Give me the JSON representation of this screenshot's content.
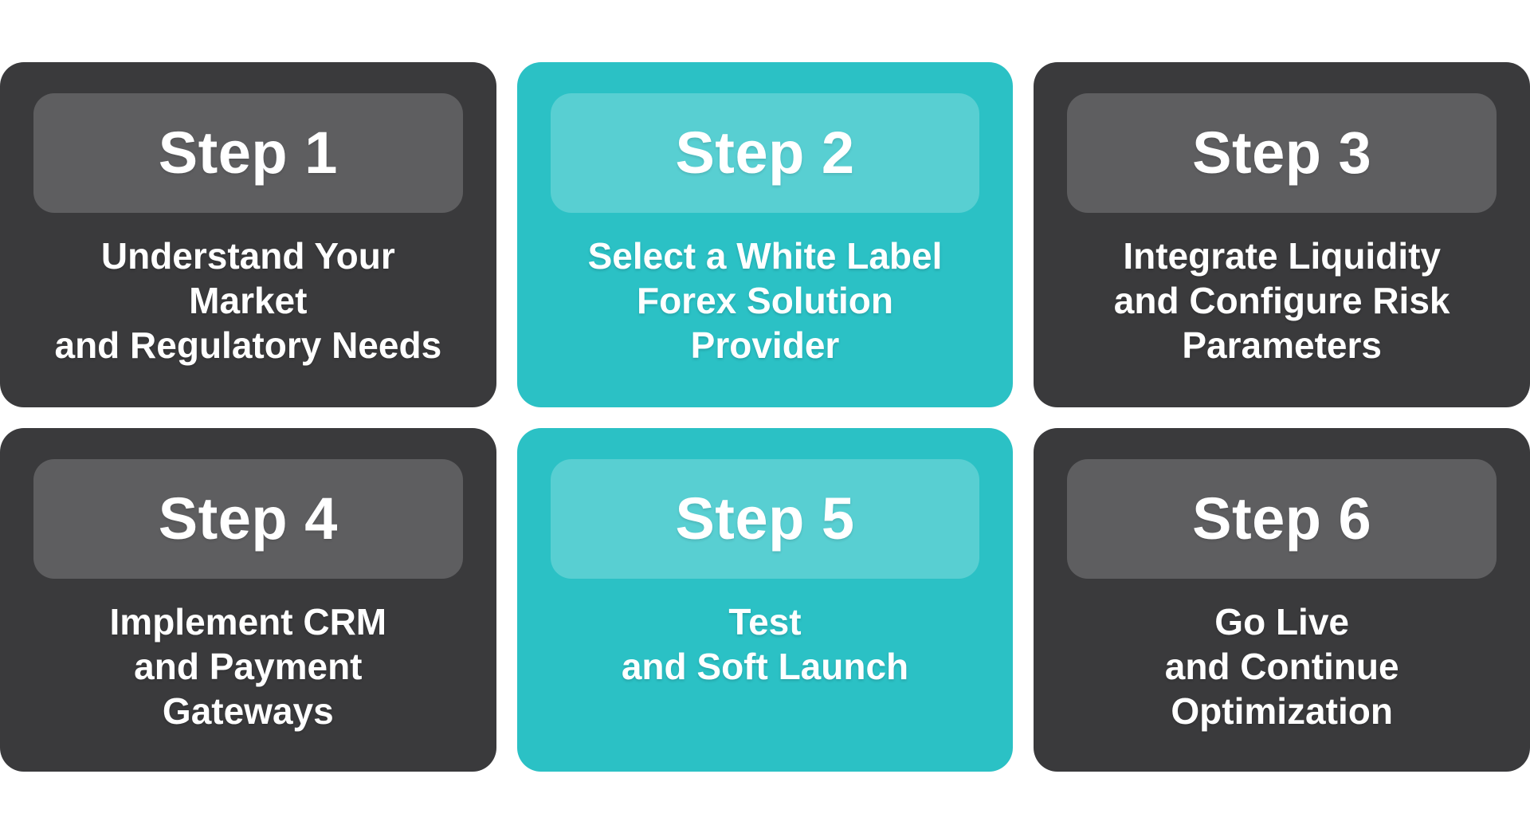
{
  "colors": {
    "page_bg": "#ffffff",
    "card_dark": "#3a3a3c",
    "pill_dark": "#5e5e60",
    "card_teal": "#2bc1c5",
    "pill_teal": "#58cfd2",
    "text_color": "#ffffff"
  },
  "cards": [
    {
      "step_label": "Step 1",
      "variant": "dark",
      "description": "Understand Your\nMarket\nand Regulatory Needs"
    },
    {
      "step_label": "Step 2",
      "variant": "teal",
      "description": "Select a White Label\nForex Solution\nProvider"
    },
    {
      "step_label": "Step 3",
      "variant": "dark",
      "description": "Integrate Liquidity\nand Configure Risk\nParameters"
    },
    {
      "step_label": "Step 4",
      "variant": "dark",
      "description": "Implement CRM\nand Payment\nGateways"
    },
    {
      "step_label": "Step 5",
      "variant": "teal",
      "description": "Test\nand Soft Launch"
    },
    {
      "step_label": "Step 6",
      "variant": "dark",
      "description": "Go Live\nand Continue\nOptimization"
    }
  ]
}
